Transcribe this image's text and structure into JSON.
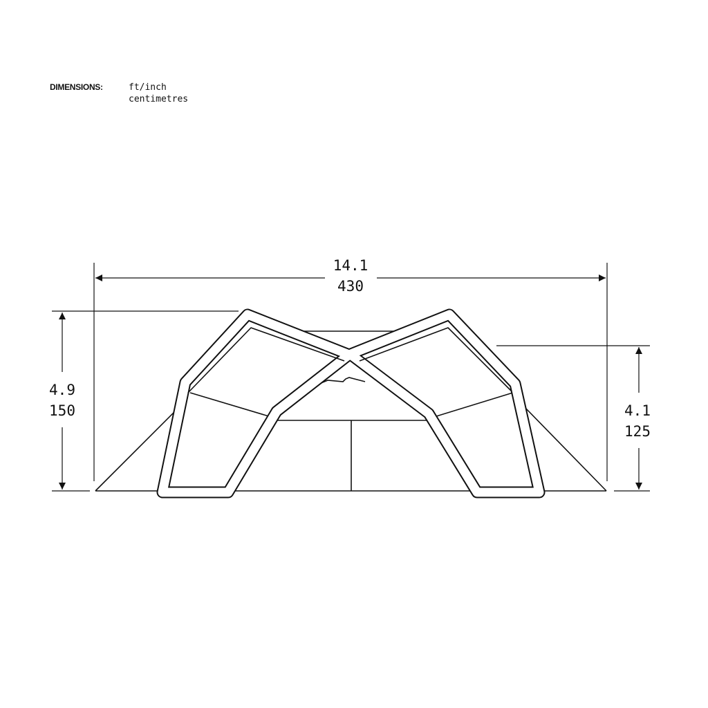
{
  "legend": {
    "label": "DIMENSIONS:",
    "units_imperial": "ft/inch",
    "units_metric": "centimetres"
  },
  "dimensions": {
    "width": {
      "imperial": "14.1",
      "metric": "430"
    },
    "height_max": {
      "imperial": "4.9",
      "metric": "150"
    },
    "height_side": {
      "imperial": "4.1",
      "metric": "125"
    }
  },
  "colors": {
    "line": "#111111",
    "background": "#ffffff"
  }
}
